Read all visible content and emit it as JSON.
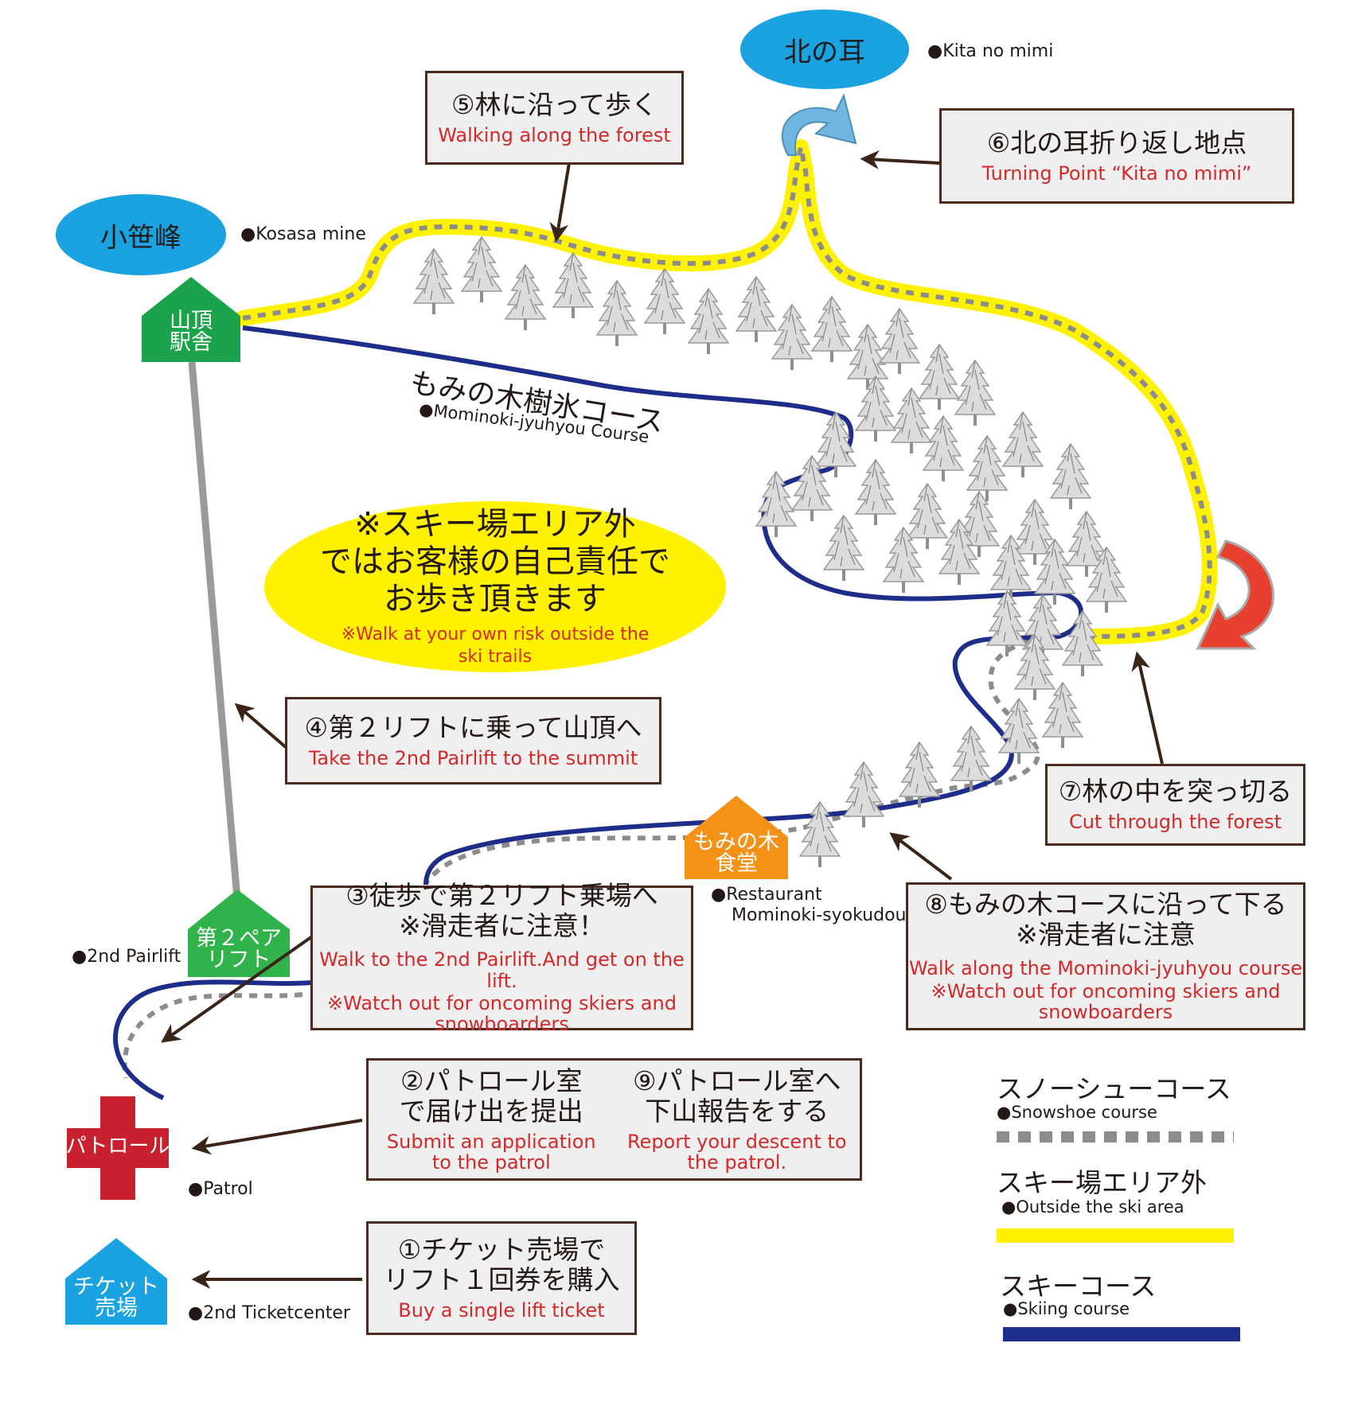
{
  "peaks": {
    "kita_no_mimi": {
      "ja": "北の耳",
      "en": "●Kita no mimi"
    },
    "kosasa_mine": {
      "ja": "小笹峰",
      "en": "●Kosasa mine"
    }
  },
  "buildings": {
    "summit_station": {
      "ja": "山頂\n駅舎"
    },
    "restaurant": {
      "ja": "もみの木\n食堂",
      "en_line1": "●Restaurant",
      "en_line2": "Mominoki-syokudou"
    },
    "pairlift": {
      "ja": "第２ペア\nリフト",
      "en": "●2nd Pairlift"
    },
    "patrol": {
      "ja": "パトロール",
      "en": "●Patrol"
    },
    "ticket": {
      "ja": "チケット\n売場",
      "en": "●2nd Ticketcenter"
    }
  },
  "course": {
    "ja": "もみの木樹氷コース",
    "en": "●Mominoki-jyuhyou Course"
  },
  "warning": {
    "ja_line1": "※スキー場エリア外",
    "ja_line2": "ではお客様の自己責任で",
    "ja_line3": "お歩き頂きます",
    "en_line1": "※Walk at your own risk outside the",
    "en_line2": "ski trails"
  },
  "steps": {
    "s1": {
      "ja_line1": "①チケット売場で",
      "ja_line2": "リフト１回券を購入",
      "en": "Buy a single lift ticket"
    },
    "s2": {
      "ja_line1": "②パトロール室",
      "ja_line2": "で届け出を提出",
      "en_line1": "Submit an application",
      "en_line2": "to the patrol"
    },
    "s9": {
      "ja_line1": "⑨パトロール室へ",
      "ja_line2": "下山報告をする",
      "en_line1": "Report your descent to",
      "en_line2": "the patrol."
    },
    "s3": {
      "ja_line1": "③徒歩で第２リフト乗場へ",
      "ja_line2": "※滑走者に注意！",
      "en_line1": "Walk to the 2nd Pairlift.And get on the lift.",
      "en_line2": "※Watch out for oncoming skiers and",
      "en_line3": "snowboarders"
    },
    "s4": {
      "ja": "④第２リフトに乗って山頂へ",
      "en": "Take the 2nd Pairlift to the summit"
    },
    "s5": {
      "ja": "⑤林に沿って歩く",
      "en": "Walking along the forest"
    },
    "s6": {
      "ja": "⑥北の耳折り返し地点",
      "en": "Turning Point “Kita no mimi”"
    },
    "s7": {
      "ja": "⑦林の中を突っ切る",
      "en": "Cut through the forest"
    },
    "s8": {
      "ja_line1": "⑧もみの木コースに沿って下る",
      "ja_line2": "※滑走者に注意",
      "en_line1": "Walk along the Mominoki-jyuhyou course",
      "en_line2": "※Watch out for oncoming skiers and",
      "en_line3": "snowboarders"
    }
  },
  "legend": {
    "snowshoe": {
      "ja": "スノーシューコース",
      "en": "●Snowshoe course",
      "color": "#8c8c8c"
    },
    "outside": {
      "ja": "スキー場エリア外",
      "en": "●Outside the ski area",
      "color": "#fff200"
    },
    "ski": {
      "ja": "スキーコース",
      "en": "●Skiing course",
      "color": "#1f2d8a"
    }
  },
  "colors": {
    "snowshoe": "#8c8c8c",
    "outside_area": "#fff200",
    "ski_course": "#1f2d8a",
    "summit_station": "#1aa34a",
    "pairlift": "#2fb34a",
    "restaurant": "#f39216",
    "patrol": "#c8202e",
    "ticket": "#1aa3e0",
    "peak": "#1aa3e0",
    "arrow": "#3a2418",
    "en_text": "#d22a2a"
  }
}
